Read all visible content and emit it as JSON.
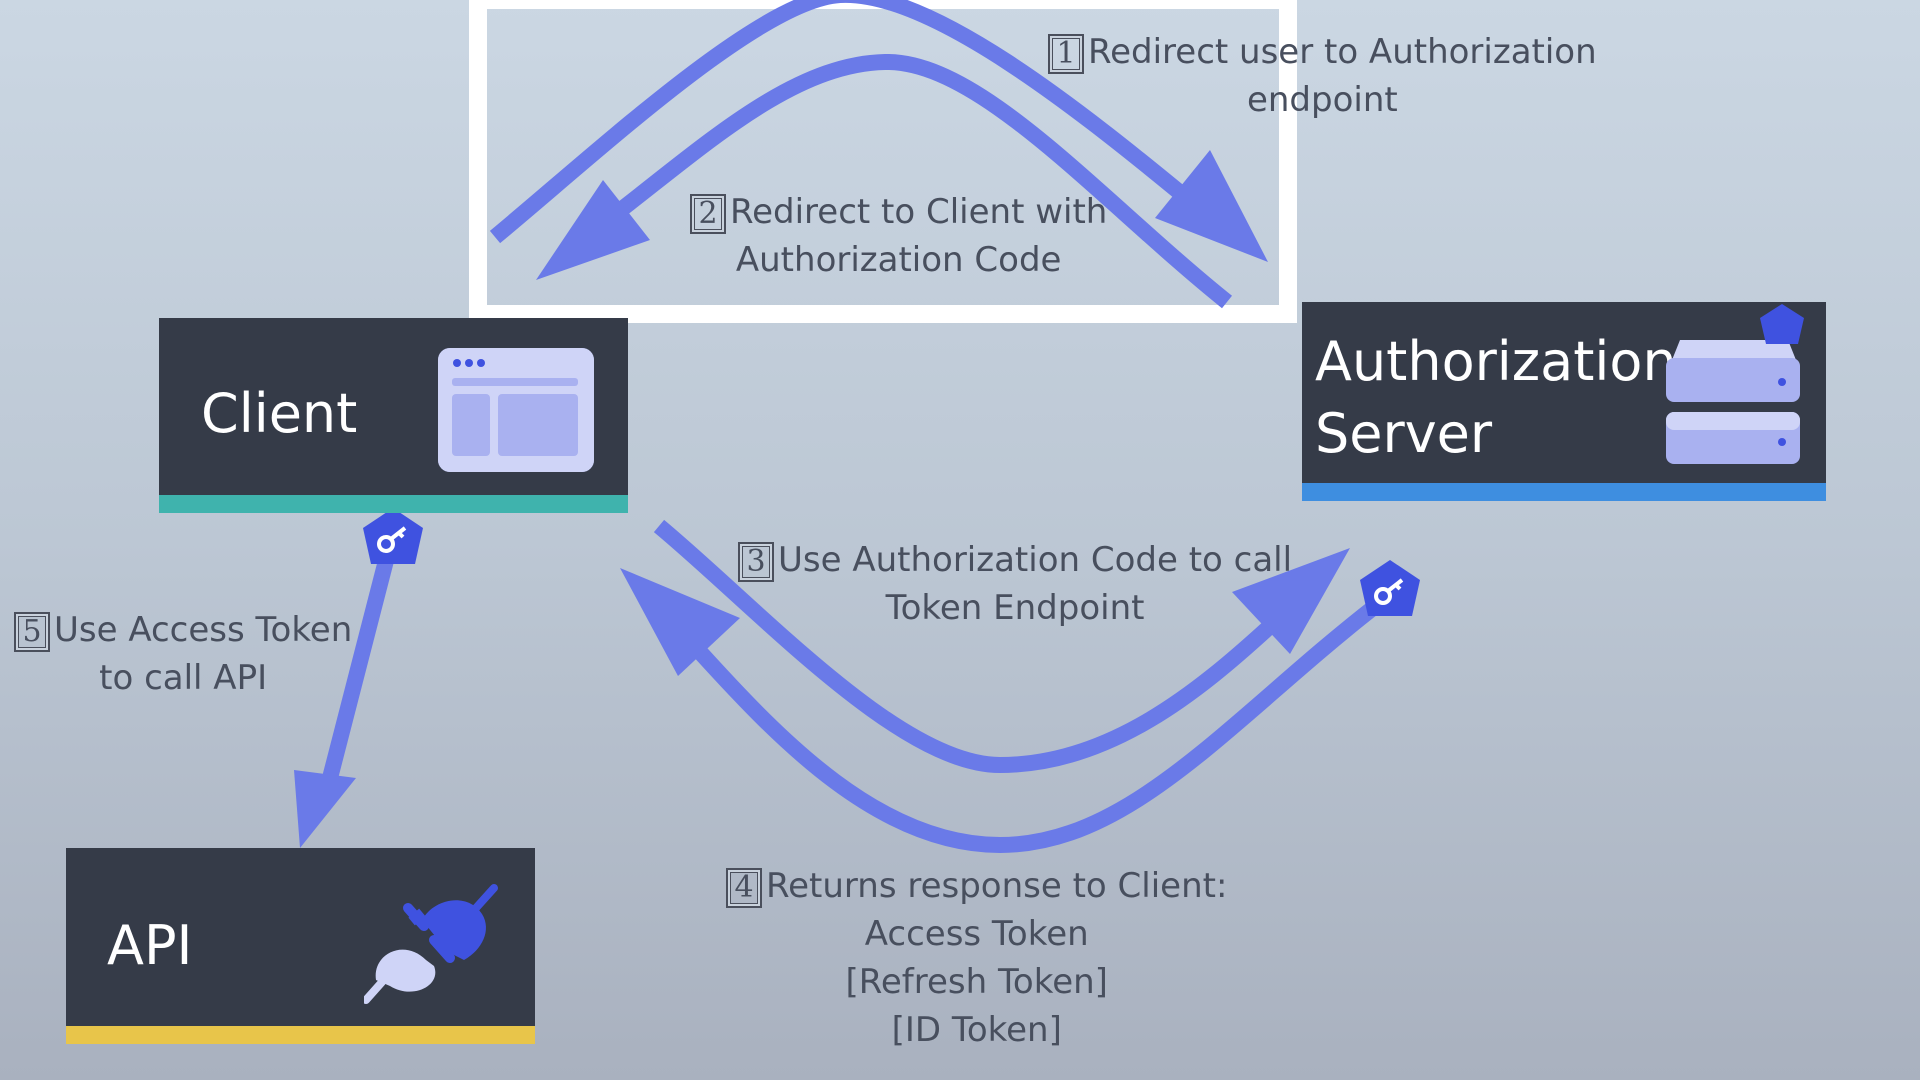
{
  "colors": {
    "arrow": "#6a7ae8",
    "client_accent": "#3fb3ad",
    "auth_accent": "#3e8ee0",
    "api_accent": "#e8c54a",
    "box_bg": "#353b48",
    "icon_light": "#a9b1f0",
    "icon_dark": "#3f52e0"
  },
  "nodes": {
    "client": {
      "label": "Client",
      "icon": "browser-window-icon"
    },
    "auth_server": {
      "label_line1": "Authorization",
      "label_line2": "Server",
      "icon": "server-icon"
    },
    "api": {
      "label": "API",
      "icon": "plug-icon"
    }
  },
  "steps": [
    {
      "num": "1",
      "line1": "Redirect user to Authorization",
      "line2": "endpoint"
    },
    {
      "num": "2",
      "line1": "Redirect to Client with",
      "line2": "Authorization Code"
    },
    {
      "num": "3",
      "line1": "Use Authorization Code to call",
      "line2": "Token Endpoint"
    },
    {
      "num": "4",
      "line1": "Returns response to Client:",
      "line2": "Access Token",
      "line3": "[Refresh Token]",
      "line4": "[ID Token]"
    },
    {
      "num": "5",
      "line1": "Use Access Token",
      "line2": "to call API"
    }
  ],
  "badges": [
    {
      "icon": "key-icon"
    },
    {
      "icon": "key-icon"
    }
  ]
}
